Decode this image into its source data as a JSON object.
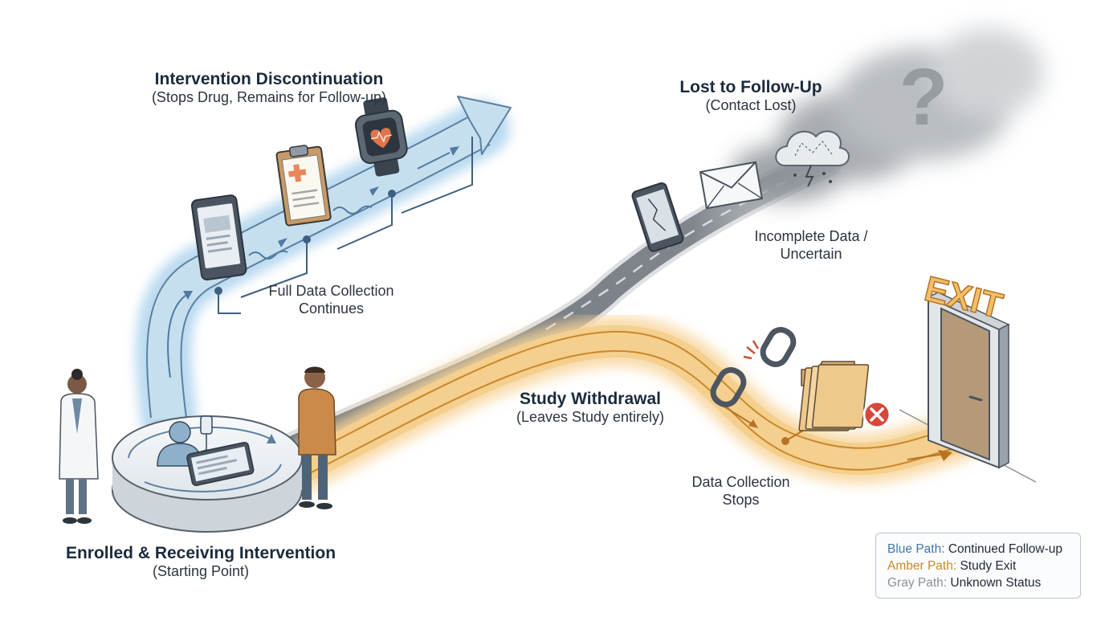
{
  "labels": {
    "intervention_title": "Intervention Discontinuation",
    "intervention_sub": "(Stops Drug, Remains for Follow-up)",
    "full_data_line1": "Full Data Collection",
    "full_data_line2": "Continues",
    "lost_title": "Lost to Follow-Up",
    "lost_sub": "(Contact Lost)",
    "incomplete_line1": "Incomplete Data /",
    "incomplete_line2": "Uncertain",
    "withdrawal_title": "Study Withdrawal",
    "withdrawal_sub": "(Leaves Study entirely)",
    "stops_line1": "Data Collection",
    "stops_line2": "Stops",
    "enrolled_title": "Enrolled & Receiving Intervention",
    "enrolled_sub": "(Starting Point)",
    "exit_sign": "EXIT",
    "question_mark": "?"
  },
  "legend": [
    {
      "key": "Blue Path:",
      "text": "Continued Follow-up",
      "color": "#3f78a8"
    },
    {
      "key": "Amber Path:",
      "text": "Study Exit",
      "color": "#c98a2a"
    },
    {
      "key": "Gray Path:",
      "text": "Unknown Status",
      "color": "#8b9299"
    }
  ],
  "colors": {
    "blue_path": "#b9d6ea",
    "amber_path": "#f2c77f",
    "gray_path": "#7d8288",
    "outline": "#3a4450"
  },
  "icons": [
    "tablet-icon",
    "clipboard-icon",
    "smartwatch-icon",
    "broken-phone-icon",
    "envelope-icon",
    "storm-cloud-icon",
    "broken-chain-icon",
    "folder-rejected-icon",
    "exit-door-icon",
    "doctor-figure",
    "participant-figure",
    "patient-iv-icon"
  ]
}
